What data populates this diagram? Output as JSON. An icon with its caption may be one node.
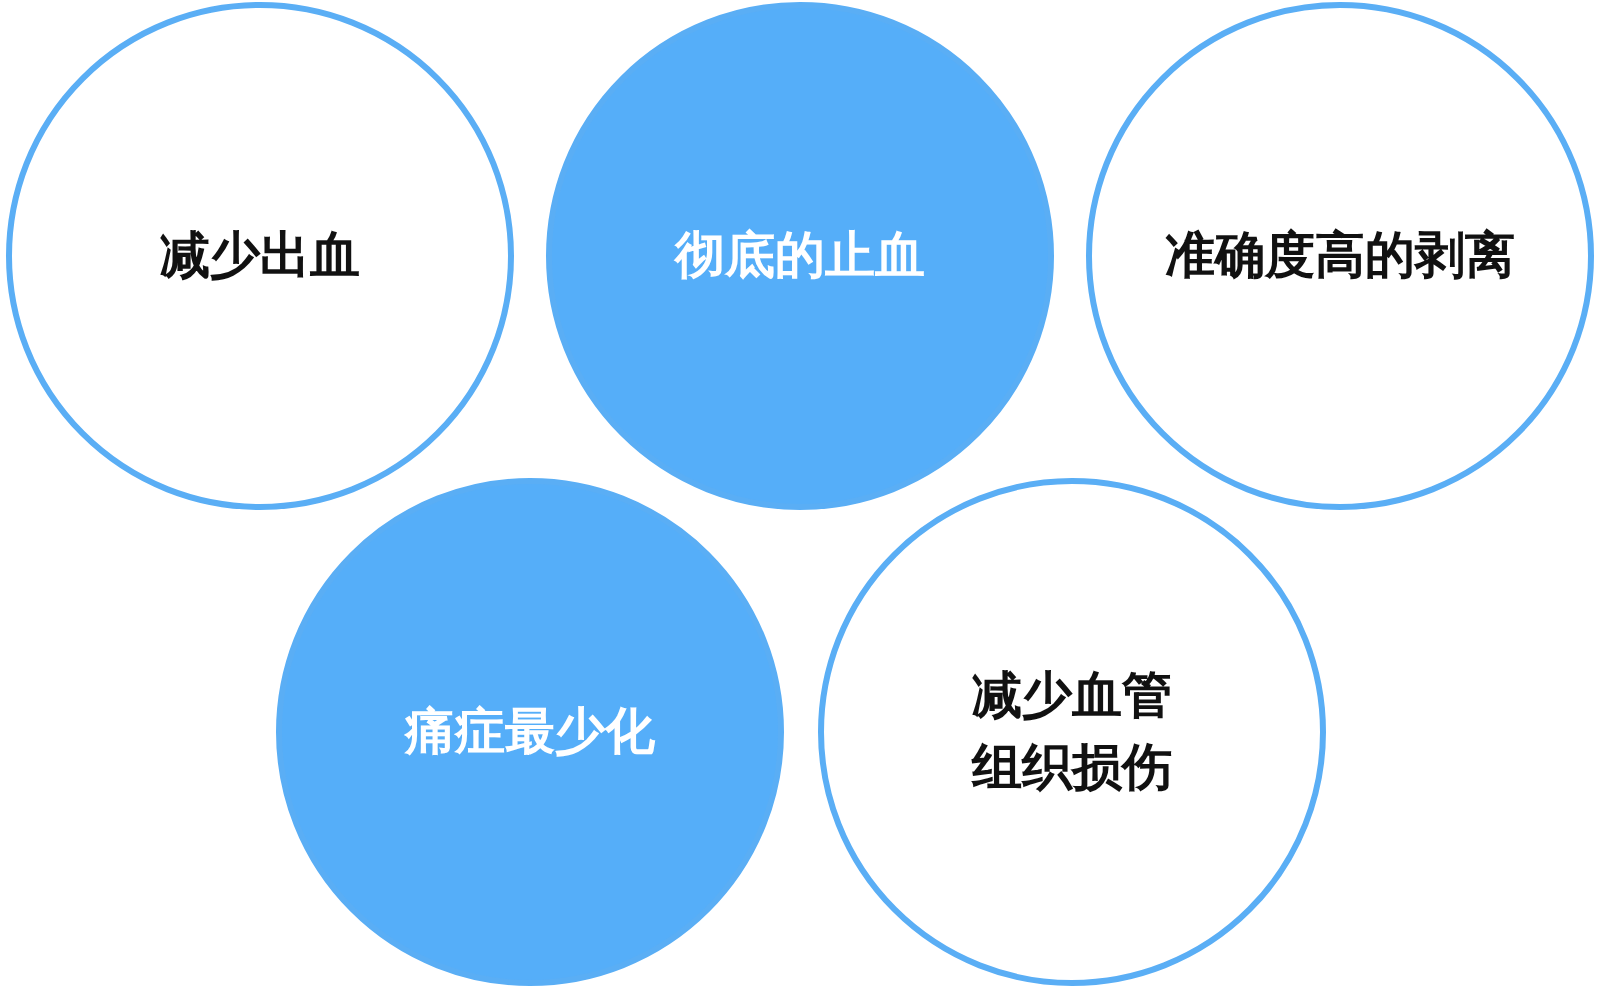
{
  "diagram": {
    "nodes": [
      {
        "text": [
          "减少出血"
        ]
      },
      {
        "text": [
          "彻底的止血"
        ]
      },
      {
        "text": [
          "准确度高的剥离"
        ]
      },
      {
        "text": [
          "痛症最少化"
        ]
      },
      {
        "text": [
          "减少血管组织损伤"
        ]
      }
    ]
  }
}
